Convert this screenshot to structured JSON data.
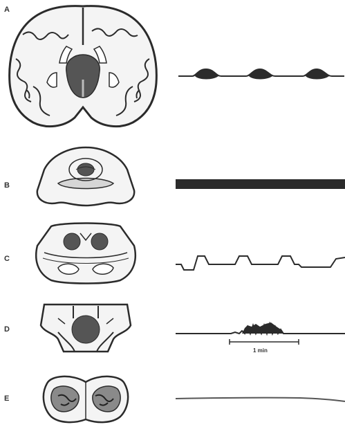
{
  "panels": [
    {
      "label": "A"
    },
    {
      "label": "B"
    },
    {
      "label": "C"
    },
    {
      "label": "D"
    },
    {
      "label": "E"
    }
  ],
  "scale_bar": {
    "label": "1 min"
  },
  "colors": {
    "ink": "#2b2b2b",
    "lesion": "#555555",
    "fill": "#f2f2f2",
    "gray": "#c8c8c8"
  }
}
